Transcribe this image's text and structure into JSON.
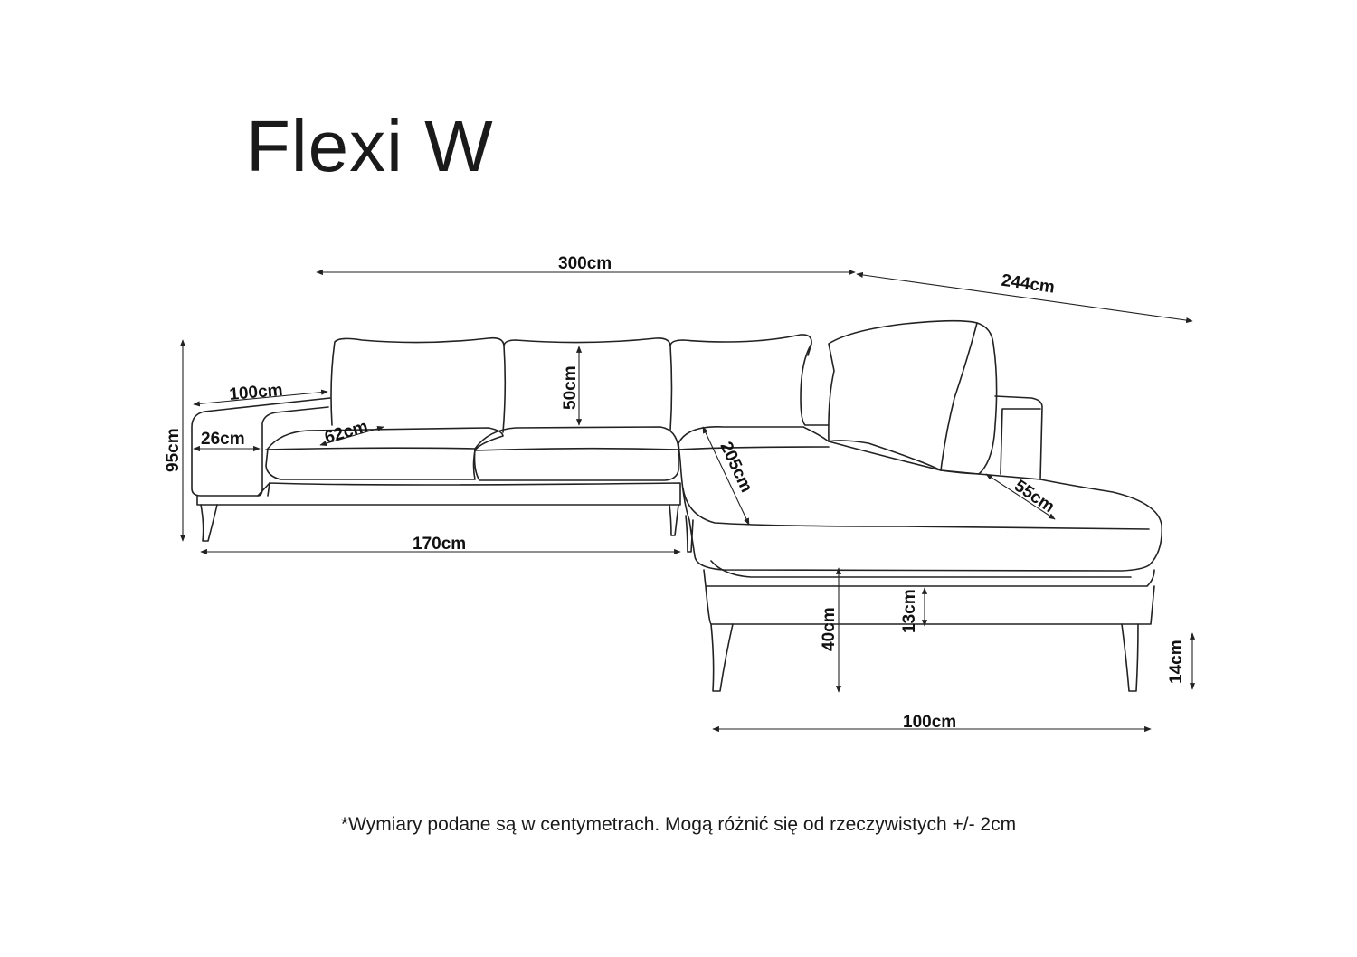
{
  "title": "Flexi W",
  "footnote": "*Wymiary podane są w centymetrach.  Mogą różnić się od rzeczywistych +/- 2cm",
  "dimensions": {
    "total_width": "300cm",
    "corner_depth": "244cm",
    "armrest_length": "100cm",
    "armrest_width": "26cm",
    "total_height": "95cm",
    "seat_depth": "62cm",
    "backrest_height": "50cm",
    "chaise_length": "205cm",
    "chaise_back_depth": "55cm",
    "base_length": "170cm",
    "seat_height": "40cm",
    "cushion_thickness": "13cm",
    "leg_height": "14cm",
    "chaise_width": "100cm"
  },
  "colors": {
    "line": "#222222",
    "text": "#111111",
    "background": "#ffffff"
  }
}
